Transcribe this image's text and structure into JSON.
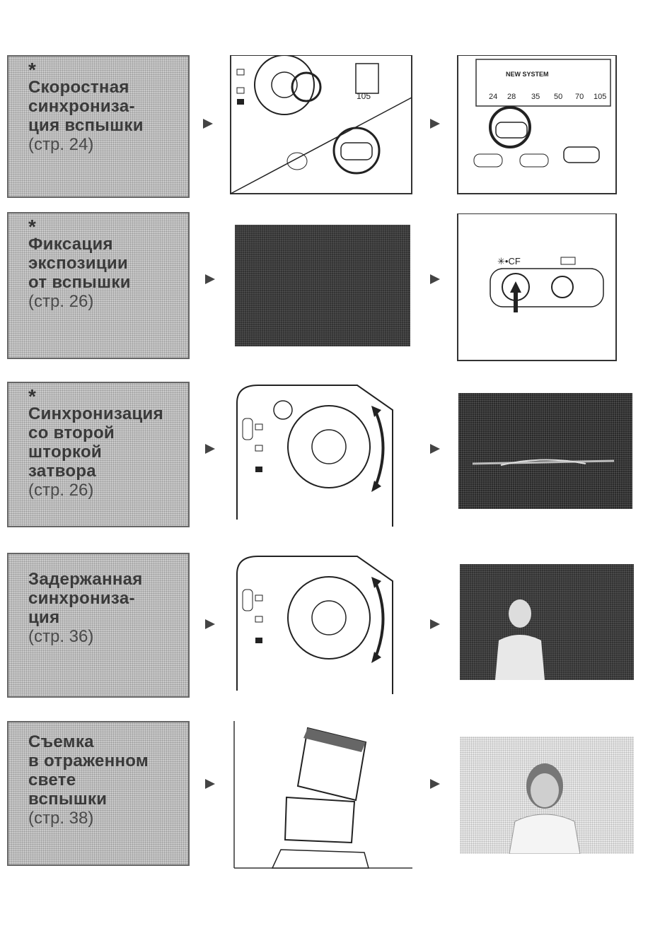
{
  "rows": [
    {
      "star": "*",
      "lines": [
        "Скоростная",
        "синхрониза-",
        "ция вспышки"
      ],
      "ref": "(стр. 24)"
    },
    {
      "star": "*",
      "lines": [
        "Фиксация",
        "экспозиции",
        "от вспышки"
      ],
      "ref": "(стр. 26)"
    },
    {
      "star": "*",
      "lines": [
        "Синхронизация",
        "со второй",
        "шторкой",
        "затвора"
      ],
      "ref": "(стр. 26)"
    },
    {
      "star": "",
      "lines": [
        "Задержанная",
        "синхрониза-",
        "ция"
      ],
      "ref": "(стр. 36)"
    },
    {
      "star": "",
      "lines": [
        "Съемка",
        "в отраженном",
        "свете",
        "вспышки"
      ],
      "ref": "(стр. 38)"
    }
  ],
  "illustrations": {
    "flash_panel": {
      "system_label": "NEW SYSTEM",
      "zoom_values": [
        "24",
        "28",
        "35",
        "50",
        "70",
        "105"
      ],
      "zoom_single": "105"
    },
    "fel_panel": {
      "button_label": "✳•CF"
    }
  }
}
